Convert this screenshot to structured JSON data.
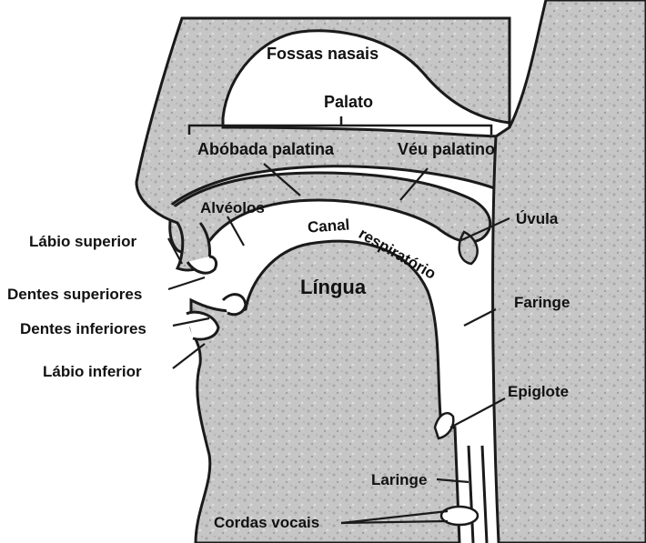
{
  "diagram": {
    "labels": {
      "fossas_nasais": "Fossas nasais",
      "palato": "Palato",
      "abobada_palatina": "Abóbada palatina",
      "veu_palatino": "Véu palatino",
      "alveolos": "Alvéolos",
      "canal_respiratorio_1": "Canal",
      "canal_respiratorio_2": "respiratório",
      "uvula": "Úvula",
      "labio_superior": "Lábio superior",
      "dentes_superiores": "Dentes superiores",
      "lingua": "Língua",
      "faringe": "Faringe",
      "dentes_inferiores": "Dentes inferiores",
      "labio_inferior": "Lábio inferior",
      "epiglote": "Epiglote",
      "laringe": "Laringe",
      "cordas_vocais": "Cordas vocais"
    },
    "colors": {
      "ink": "#1a1a1a",
      "tissue": "#c9c9c9",
      "tissue_dark": "#b5b5b5",
      "background": "#ffffff"
    }
  }
}
